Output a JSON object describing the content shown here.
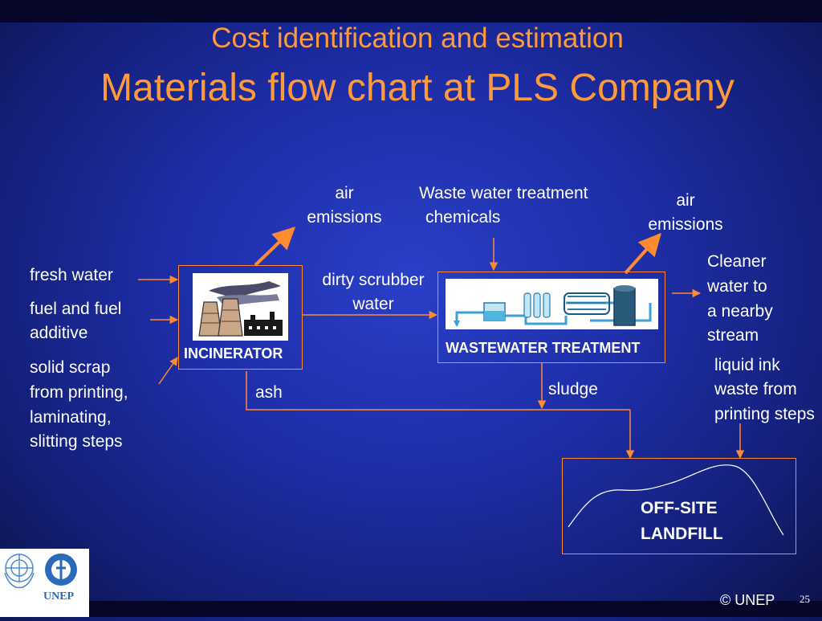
{
  "slide": {
    "title": "Cost identification and estimation",
    "subtitle": "Materials flow chart at PLS Company"
  },
  "inputs": {
    "fresh_water": "fresh water",
    "fuel_1": "fuel and fuel",
    "fuel_2": "additive",
    "scrap_1": "solid scrap",
    "scrap_2": "from printing,",
    "scrap_3": "laminating,",
    "scrap_4": "slitting steps"
  },
  "incinerator": {
    "label": "INCINERATOR",
    "air_1": "air",
    "air_2": "emissions",
    "ash": "ash"
  },
  "scrubber": {
    "line1": "dirty scrubber",
    "line2": "water"
  },
  "wastewater": {
    "label": "WASTEWATER TREATMENT",
    "chem_1": "Waste water treatment",
    "chem_2": "chemicals",
    "air_1": "air",
    "air_2": "emissions",
    "sludge": "sludge"
  },
  "outputs": {
    "cleaner_1": "Cleaner",
    "cleaner_2": "water to",
    "cleaner_3": "a nearby",
    "cleaner_4": "stream",
    "ink_1": "liquid ink",
    "ink_2": "waste from",
    "ink_3": "printing steps"
  },
  "landfill": {
    "line1": "OFF-SITE",
    "line2": "LANDFILL"
  },
  "footer": {
    "copyright": "© UNEP",
    "page": "25",
    "logo_text": "UNEP"
  },
  "colors": {
    "arrow": "#ff8a30",
    "title": "#ff9a3c",
    "text": "#ffffff"
  }
}
